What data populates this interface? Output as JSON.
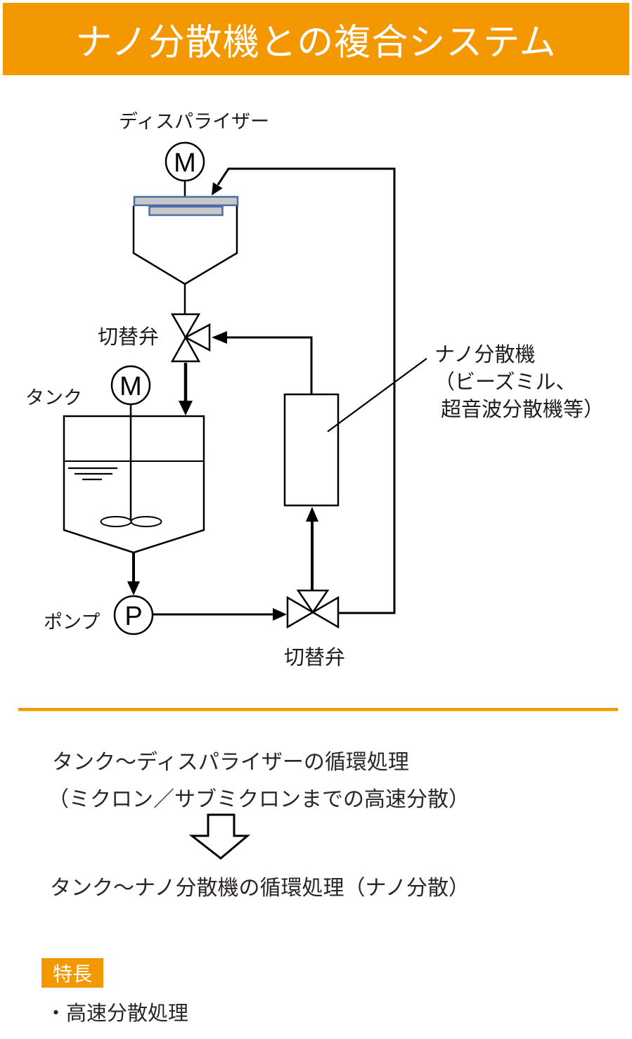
{
  "header": {
    "title": "ナノ分散機との複合システム"
  },
  "diagram": {
    "labels": {
      "disperser": "ディスパライザー",
      "valve_top": "切替弁",
      "tank": "タンク",
      "pump": "ポンプ",
      "valve_bottom": "切替弁",
      "nano_line1": "ナノ分散機",
      "nano_line2": "（ビーズミル、",
      "nano_line3": "超音波分散機等）",
      "motor_symbol": "M",
      "pump_symbol": "P"
    },
    "colors": {
      "accent": "#F39800",
      "line": "#000000",
      "lid_fill": "#C8C8C8",
      "lid_border": "#4A6DA7"
    }
  },
  "process": {
    "step1_line1": "タンク～ディスパライザーの循環処理",
    "step1_line2": "（ミクロン／サブミクロンまでの高速分散）",
    "step2": "タンク～ナノ分散機の循環処理（ナノ分散）"
  },
  "features": {
    "heading": "特長",
    "items": [
      "・高速分散処理"
    ]
  }
}
